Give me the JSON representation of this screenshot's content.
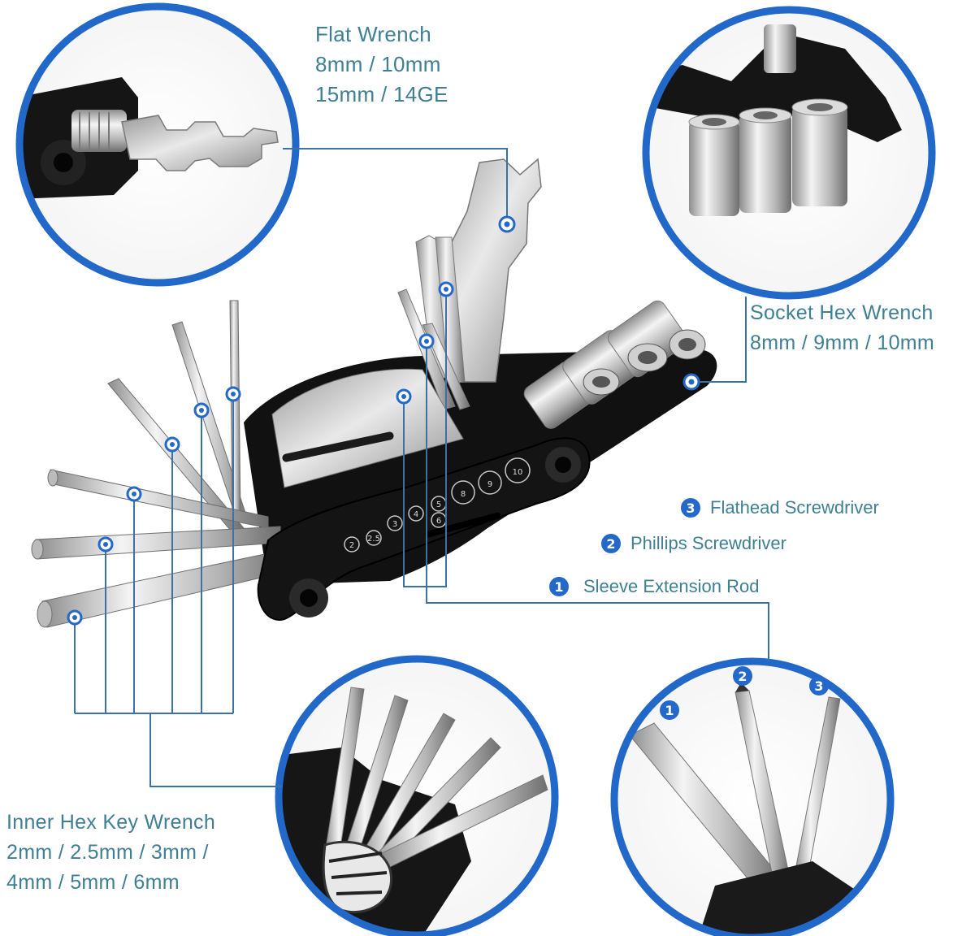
{
  "labels": {
    "flat_wrench": {
      "title": "Flat Wrench",
      "line1": "8mm / 10mm",
      "line2": "15mm / 14GE"
    },
    "socket_hex": {
      "title": "Socket Hex Wrench",
      "line1": "8mm / 9mm / 10mm"
    },
    "inner_hex": {
      "title": "Inner Hex Key Wrench",
      "line1": "2mm / 2.5mm / 3mm /",
      "line2": "4mm / 5mm / 6mm"
    }
  },
  "callouts": [
    {
      "num": "3",
      "text": "Flathead Screwdriver"
    },
    {
      "num": "2",
      "text": "Phillips Screwdriver"
    },
    {
      "num": "1",
      "text": "Sleeve Extension Rod"
    }
  ],
  "zoom_badges": [
    "1",
    "2",
    "3"
  ],
  "tool_markings": [
    "2",
    "2.5",
    "3",
    "4",
    "5",
    "6",
    "8",
    "9",
    "10"
  ],
  "colors": {
    "accent": "#2468c9",
    "label_text": "#3f7f93",
    "tool_body": "#121212",
    "steel": "#c7c7c7"
  }
}
